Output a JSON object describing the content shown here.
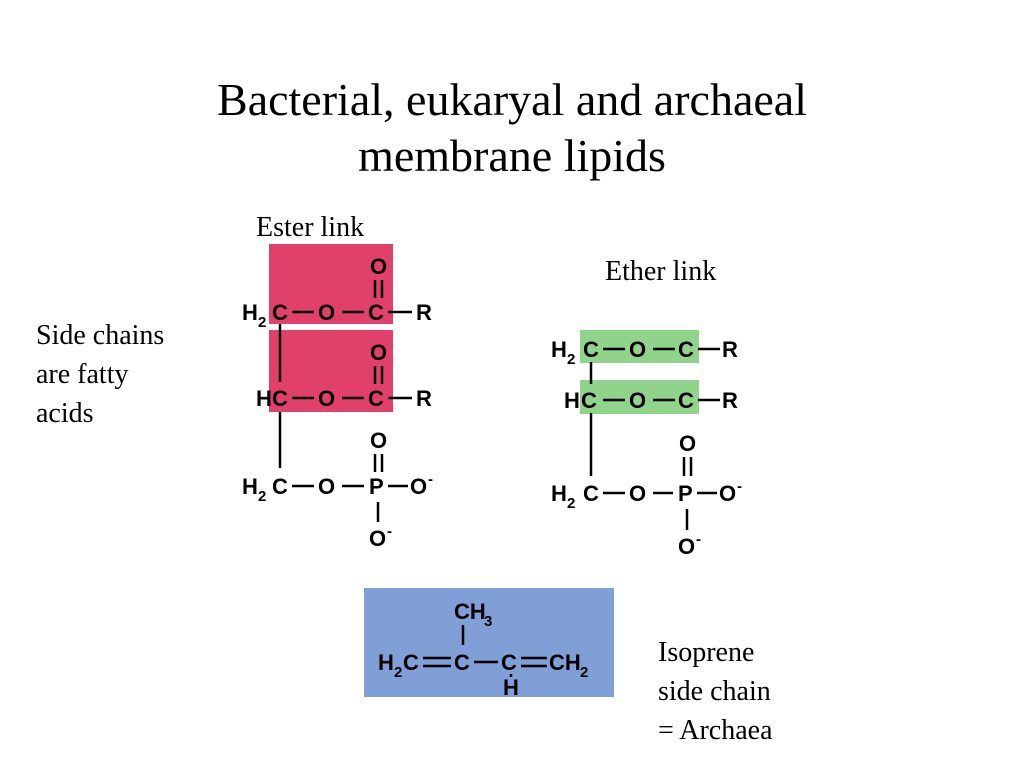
{
  "slide": {
    "title_line1": "Bacterial, eukaryal and archaeal",
    "title_line2": "membrane lipids"
  },
  "labels": {
    "ester_link": "Ester link",
    "ether_link": "Ether link",
    "side_chains": [
      "Side chains",
      "are fatty",
      "acids"
    ],
    "isoprene": [
      "Isoprene",
      "side chain",
      "= Archaea"
    ]
  },
  "ester_structure": {
    "highlight_color": "#e0406a",
    "carbonyl_o": "O",
    "row1": {
      "c_left": "C",
      "o": "O",
      "c_right": "C",
      "r": "R"
    },
    "row2": {
      "c_left": "C",
      "o": "O",
      "c_right": "C",
      "r": "R"
    },
    "row3": {
      "c_left": "C",
      "o": "O",
      "p": "P",
      "o_right": "O",
      "charge": "-"
    },
    "phosphate_bottom": "O"
  },
  "ether_structure": {
    "highlight_color": "#8fd48a",
    "row1": {
      "c_left": "C",
      "o": "O",
      "c_right": "C",
      "r": "R"
    },
    "row2": {
      "c_left": "C",
      "o": "O",
      "c_right": "C",
      "r": "R"
    },
    "row3": {
      "c_left": "C",
      "o": "O",
      "p": "P",
      "o_right": "O",
      "charge": "-"
    },
    "phosphate_bottom": "O"
  },
  "isoprene_structure": {
    "highlight_color": "#7f9fd6",
    "ch3": "CH",
    "h2c": "H",
    "c_mid": "C",
    "ch": "C",
    "ch2": "CH",
    "h_bottom": "H"
  }
}
